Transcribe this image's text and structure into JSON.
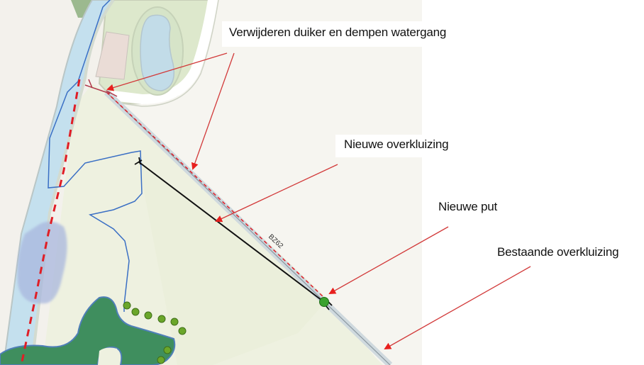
{
  "diagram": {
    "type": "annotated-map",
    "colors": {
      "arrow": "#e8201e",
      "annotation_line": "#c0393b",
      "water": "#c4e0ee",
      "water_outline": "#3a6fc4",
      "grass_light": "#eef1e0",
      "grass_medium": "#dbe8cc",
      "forest": "#3f8e5e",
      "tree_dot": "#6aa62a",
      "new_put": "#3aa22e",
      "new_culvert": "#111111",
      "removal_dashed": "#e01e26",
      "road_white": "#ffffff",
      "background_land": "#f3f1ec",
      "pink_plot": "#eadcd6",
      "marsh_blob": "#a9b7de"
    },
    "map_labels": {
      "road_code": "BZ62"
    },
    "annotations": [
      {
        "id": "verwijderen",
        "text": "Verwijderen duiker en dempen watergang"
      },
      {
        "id": "nieuwe-overkluizing",
        "text": "Nieuwe overkluizing"
      },
      {
        "id": "nieuwe-put",
        "text": "Nieuwe put"
      },
      {
        "id": "bestaande-overkluizing",
        "text": "Bestaande overkluizing"
      }
    ]
  }
}
